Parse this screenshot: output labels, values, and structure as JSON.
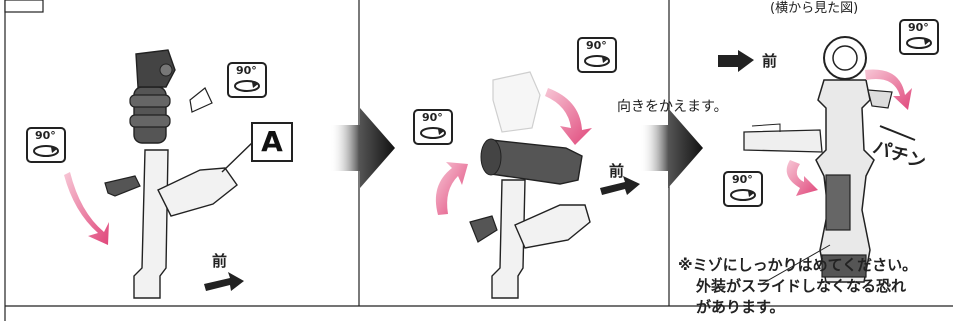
{
  "panels": {
    "panel1": {
      "step_label": "",
      "part_letter": "A",
      "rotate_badges": [
        "90°",
        "90°"
      ],
      "front_label": "前"
    },
    "panel2": {
      "rotate_badges": [
        "90°",
        "90°"
      ],
      "front_label": "前"
    },
    "panel3": {
      "caption_top": "(横から見た図)",
      "change_direction_label": "向きをかえます。",
      "rotate_badges": [
        "90°",
        "90°"
      ],
      "front_label": "前",
      "sound_effect": "パチン",
      "note_lines": [
        "※ミゾにしっかりはめてください。",
        "外装がスライドしなくなる恐れ",
        "があります。"
      ]
    }
  },
  "colors": {
    "accent_arrow": "#e0467a",
    "dark_part": "#555555",
    "light_part": "#f2f2f2",
    "outline": "#222222"
  }
}
